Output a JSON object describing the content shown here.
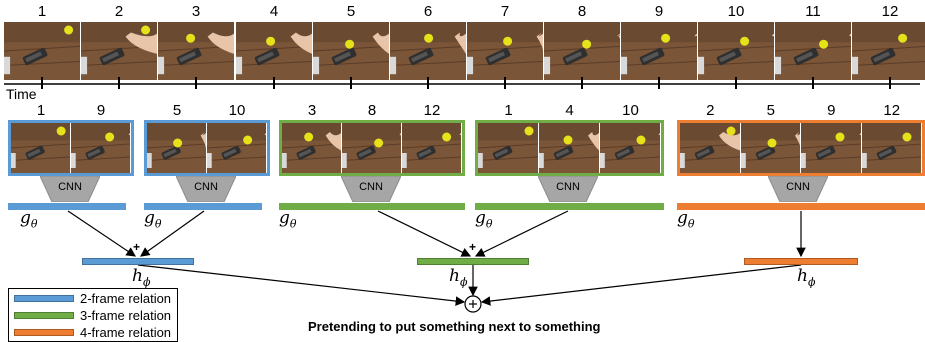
{
  "timeline": {
    "time_label": "Time",
    "frame_numbers": [
      "1",
      "2",
      "3",
      "4",
      "5",
      "6",
      "7",
      "8",
      "9",
      "10",
      "11",
      "12"
    ]
  },
  "groups": [
    {
      "relation": "2-frame",
      "frames": [
        "1",
        "9"
      ],
      "color": "#5b9bd5"
    },
    {
      "relation": "2-frame",
      "frames": [
        "5",
        "10"
      ],
      "color": "#5b9bd5"
    },
    {
      "relation": "3-frame",
      "frames": [
        "3",
        "8",
        "12"
      ],
      "color": "#70ad47"
    },
    {
      "relation": "3-frame",
      "frames": [
        "1",
        "4",
        "10"
      ],
      "color": "#70ad47"
    },
    {
      "relation": "4-frame",
      "frames": [
        "2",
        "5",
        "9",
        "12"
      ],
      "color": "#ed7d31"
    }
  ],
  "cnn_label": "CNN",
  "g_symbol": "g",
  "g_sub": "θ",
  "h_symbol": "h",
  "h_sub": "ϕ",
  "plus": "+",
  "legend": [
    {
      "label": "2-frame relation",
      "color": "#5b9bd5"
    },
    {
      "label": "3-frame relation",
      "color": "#70ad47"
    },
    {
      "label": "4-frame relation",
      "color": "#ed7d31"
    }
  ],
  "caption": "Pretending to put something next to something"
}
